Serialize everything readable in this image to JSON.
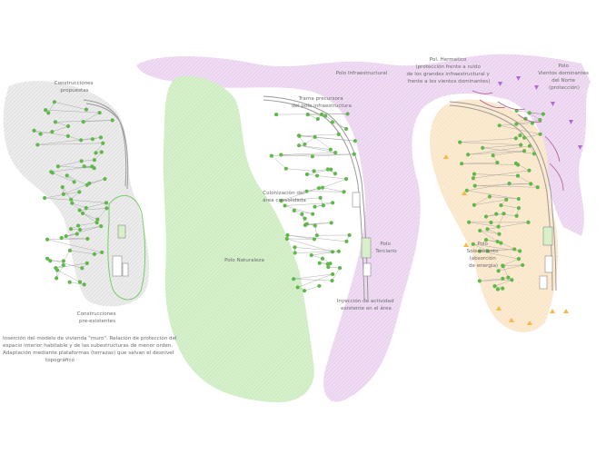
{
  "labels": {
    "construcciones_propuestas": [
      "Construcciones",
      "propuestas"
    ],
    "construcciones_preexistentes": [
      "Construcciones",
      "pre-existentes"
    ],
    "caption_insercion": [
      "Inserción del modelo de vivienda \"muro\". Relación de protección del",
      "espacio interior habitable y de las subestructuras de menor orden.",
      "Adaptación mediante plataformas (terrazas) que salvan el desnivel",
      "topográfico"
    ],
    "polo_naturaleza": "Polo Naturaleza",
    "polo_infraestructural": "Polo Infraestructural",
    "trama_precursora": [
      "Trama precursora",
      "del polo infraestructura"
    ],
    "colonizacion": [
      "Colonización del",
      "área consolidada"
    ],
    "polo_terciario": [
      "Polo",
      "Terciario"
    ],
    "inyeccion": [
      "Inyección de actividad",
      "existente en el área"
    ],
    "polo_hermetico": [
      "Pol. Hermetico",
      "(protección frente a ruido",
      "de los grandes infraestructural y",
      "frente a los vientos dominantes)"
    ],
    "polo_vientos": [
      "Polo",
      "Vientos dominantes",
      "del Norte",
      "(protección)"
    ],
    "polo_soleamiento": [
      "Polo",
      "Soleamiento",
      "(absorción",
      "de energía)"
    ]
  },
  "colors": {
    "grey_zone": "#e6e6e6",
    "green_zone": "#cdebc3",
    "purple_zone": "#ecd6f1",
    "orange_zone": "#fbe8cd",
    "node_green": "#5fb84a",
    "triangle_purple": "#b06ad0",
    "triangle_orange": "#f6b84a",
    "arrow_purple": "#b05a8c"
  }
}
